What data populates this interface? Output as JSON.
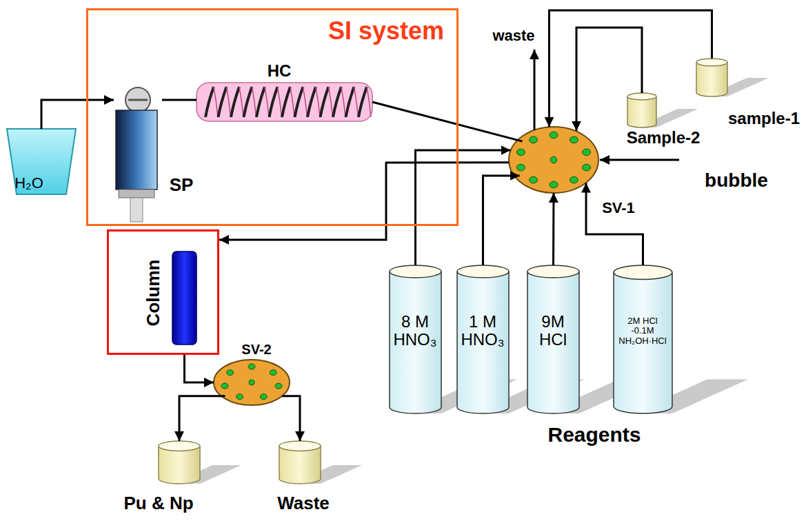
{
  "diagram": {
    "nodes": [
      {
        "text": [
          "SI system"
        ]
      },
      {
        "text": [
          "HC"
        ],
        "in": 0
      },
      {
        "text": [
          "SP"
        ],
        "in": 0
      },
      {
        "text": [
          "SV-1"
        ],
        "in": 0
      },
      {
        "text": [
          "H₂O"
        ]
      },
      {
        "text": [
          "sample-1"
        ]
      },
      {
        "text": [
          "Sample-2"
        ]
      },
      {
        "text": [
          "8 M HNO₃"
        ]
      },
      {
        "text": [
          "1 M HNO₃"
        ]
      },
      {
        "text": [
          "9M HCl"
        ]
      },
      {
        "text": [
          "2M HCl -0.1M NH₂OH·HCl"
        ]
      },
      {
        "text": [
          "Column"
        ]
      },
      {
        "text": [
          "SV-2"
        ]
      },
      {
        "text": [
          "Pu & Np"
        ]
      },
      {
        "text": [
          "Waste"
        ]
      }
    ],
    "edges": [
      {
        "from": 4,
        "to": 2,
        "arrow": "to"
      },
      {
        "from": 2,
        "to": 1,
        "arrow": "none"
      },
      {
        "from": 1,
        "to": 3,
        "arrow": "none"
      },
      {
        "from": 5,
        "to": 3,
        "arrow": "to"
      },
      {
        "from": 6,
        "to": 3,
        "arrow": "to"
      },
      {
        "from": 7,
        "to": 3,
        "arrow": "to"
      },
      {
        "from": 8,
        "to": 3,
        "arrow": "to"
      },
      {
        "from": 9,
        "to": 3,
        "arrow": "to"
      },
      {
        "from": 10,
        "to": 3,
        "arrow": "to"
      },
      {
        "from": 3,
        "to": 11,
        "arrow": "to"
      },
      {
        "from": 11,
        "to": 12,
        "arrow": "to"
      },
      {
        "from": 12,
        "to": 13,
        "arrow": "to"
      },
      {
        "from": 12,
        "to": 14,
        "arrow": "to"
      }
    ],
    "labels": [
      "waste",
      "bubble",
      "Reagents"
    ]
  }
}
